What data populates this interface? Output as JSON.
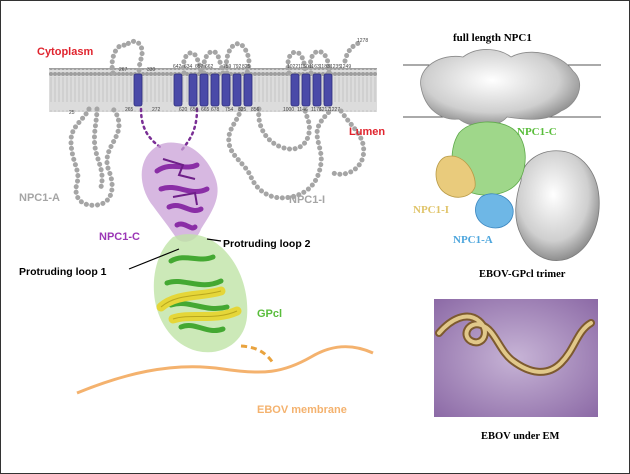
{
  "membrane": {
    "cytoplasm_label": "Cytoplasm",
    "lumen_label": "Lumen",
    "residue_numbers": [
      "1278",
      "25",
      "265",
      "272",
      "330",
      "267",
      "642",
      "634",
      "620",
      "656",
      "657",
      "662",
      "665",
      "678",
      "754",
      "759",
      "792",
      "825",
      "825",
      "856",
      "1000",
      "1022",
      "1146",
      "1150",
      "1163",
      "1176",
      "1183",
      "1217",
      "1227",
      "1235",
      "1249"
    ]
  },
  "domains": {
    "npc1_a": "NPC1-A",
    "npc1_i": "NPC1-I",
    "npc1_c": "NPC1-C"
  },
  "loops": {
    "loop1": "Protruding loop 1",
    "loop2": "Protruding loop 2"
  },
  "gpcl_label": "GPcl",
  "ebov_membrane_label": "EBOV membrane",
  "right_panel": {
    "title": "full length NPC1",
    "npc1_c": "NPC1-C",
    "npc1_i": "NPC1-I",
    "npc1_a": "NPC1-A",
    "caption_trimer": "EBOV-GPcl trimer",
    "caption_em": "EBOV under EM"
  },
  "colors": {
    "cytoplasm": "#e0242e",
    "lumen": "#e0242e",
    "npc1_gray": "#a5a5a5",
    "npc1_c": "#9b36b6",
    "gpcl": "#59bd3b",
    "ebov_membrane": "#f4b26e",
    "npc1_i_map": "#e0c46a",
    "npc1_a_map": "#4ea6dd",
    "helix": "#4a4aa8",
    "em_background": "#9c7eb4",
    "virion": "#cdb06f"
  }
}
